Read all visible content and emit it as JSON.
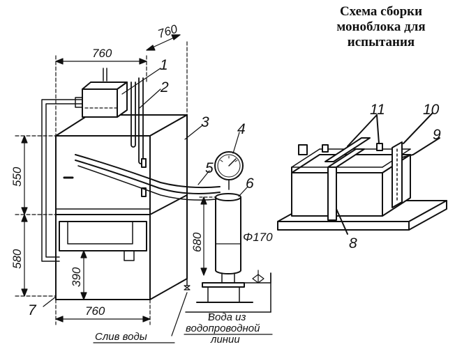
{
  "title_lines": [
    "Схема сборки",
    "моноблока для",
    "испытания"
  ],
  "dimensions": {
    "top_width": "760",
    "top_depth": "760",
    "bottom_width": "760",
    "upper_height": "550",
    "lower_height": "580",
    "inner_height": "390",
    "cylinder_height": "680",
    "cylinder_diameter": "Φ170"
  },
  "callouts": {
    "n1": "1",
    "n2": "2",
    "n3": "3",
    "n4": "4",
    "n5": "5",
    "n6": "6",
    "n7": "7",
    "n8": "8",
    "n9": "9",
    "n10": "10",
    "n11": "11"
  },
  "captions": {
    "drain": "Слив воды",
    "water_from_1": "Вода из",
    "water_from_2": "водопроводной",
    "water_from_3": "линии"
  }
}
